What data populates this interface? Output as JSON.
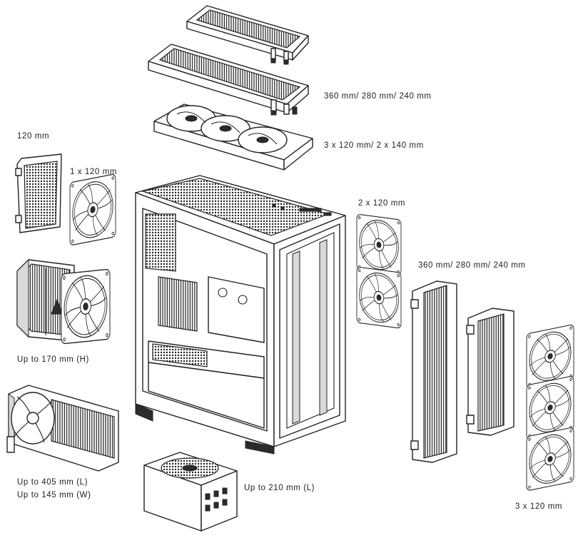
{
  "colors": {
    "line": "#222222",
    "background": "#ffffff",
    "dark_fill": "#2b2b2b"
  },
  "labels": {
    "top_radiator": "360 mm/ 280 mm/ 240 mm",
    "top_fans": "3 x 120 mm/ 2 x 140 mm",
    "rear_radiator": "120 mm",
    "rear_fan": "1 x 120 mm",
    "cpu_cooler": "Up to 170 mm (H)",
    "gpu_length": "Up to 405 mm (L)",
    "gpu_width": "Up to 145 mm (W)",
    "psu": "Up to 210 mm (L)",
    "front_fans": "2 x 120 mm",
    "side_radiator": "360 mm/ 280 mm/ 240 mm",
    "side_fans": "3 x 120 mm"
  },
  "components": [
    {
      "name": "top-radiator",
      "icon": "radiator-icon"
    },
    {
      "name": "top-fan-tray",
      "icon": "fan-icon"
    },
    {
      "name": "rear-radiator",
      "icon": "radiator-icon"
    },
    {
      "name": "rear-fan",
      "icon": "fan-icon"
    },
    {
      "name": "cpu-tower-cooler",
      "icon": "cpu-cooler-icon"
    },
    {
      "name": "graphics-card",
      "icon": "gpu-icon"
    },
    {
      "name": "power-supply",
      "icon": "psu-icon"
    },
    {
      "name": "pc-case",
      "icon": "case-icon"
    },
    {
      "name": "front-fans",
      "icon": "fan-icon"
    },
    {
      "name": "side-radiators",
      "icon": "radiator-icon"
    },
    {
      "name": "side-fans",
      "icon": "fan-icon"
    }
  ]
}
